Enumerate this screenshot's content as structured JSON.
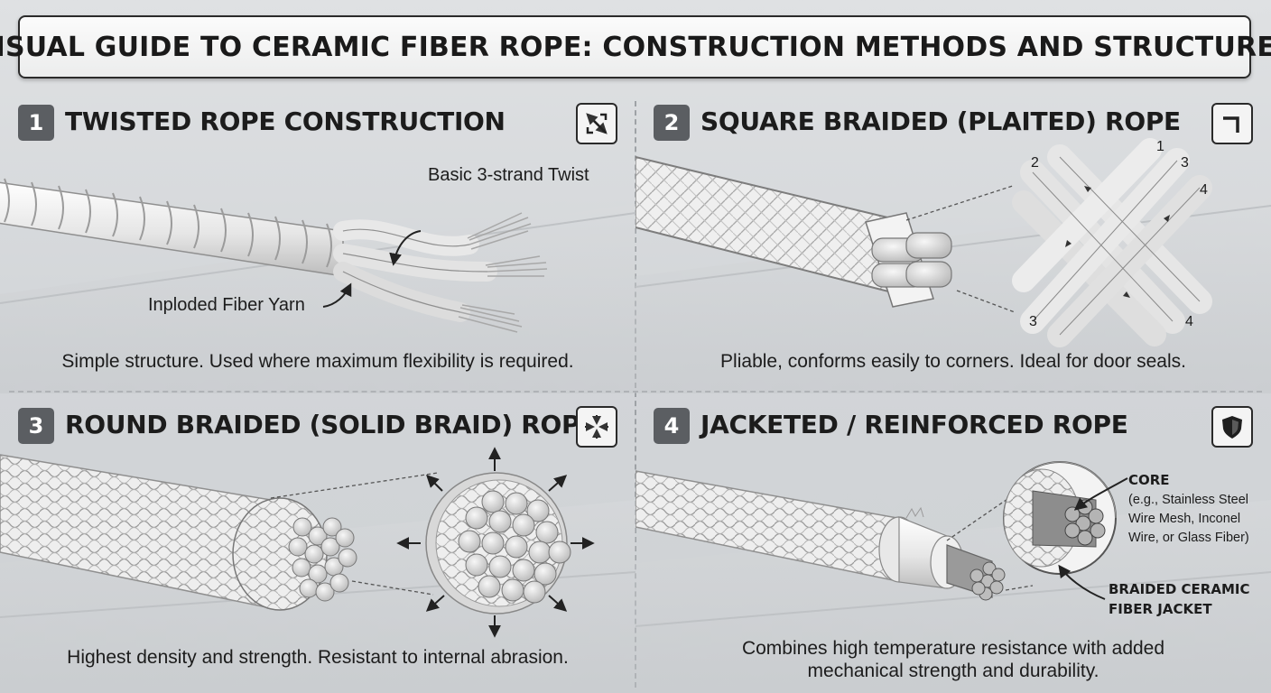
{
  "title": "VISUAL GUIDE TO CERAMIC FIBER ROPE: CONSTRUCTION METHODS AND STRUCTURES",
  "panels": [
    {
      "number": "1",
      "heading": "TWISTED ROPE CONSTRUCTION",
      "icon": "twist-arrows-icon",
      "labels": {
        "top": "Basic 3-strand Twist",
        "bottom": "Inploded Fiber Yarn"
      },
      "caption": "Simple structure. Used where maximum flexibility is required."
    },
    {
      "number": "2",
      "heading": "SQUARE BRAIDED (PLAITED) ROPE",
      "icon": "square-corner-icon",
      "strand_numbers": [
        "1",
        "2",
        "3",
        "4",
        "3",
        "4"
      ],
      "caption": "Pliable, conforms easily to corners. Ideal for door seals."
    },
    {
      "number": "3",
      "heading": "ROUND BRAIDED (SOLID BRAID) ROPE",
      "icon": "compress-arrows-icon",
      "caption": "Highest density and strength. Resistant to internal abrasion."
    },
    {
      "number": "4",
      "heading": "JACKETED / REINFORCED ROPE",
      "icon": "shield-icon",
      "labels": {
        "core_title": "CORE",
        "core_detail_1": "(e.g., Stainless Steel",
        "core_detail_2": "Wire Mesh, Inconel",
        "core_detail_3": "Wire, or Glass Fiber)",
        "jacket_1": "BRAIDED CERAMIC",
        "jacket_2": "FIBER JACKET"
      },
      "caption_1": "Combines high temperature resistance with added",
      "caption_2": "mechanical strength and durability."
    }
  ]
}
